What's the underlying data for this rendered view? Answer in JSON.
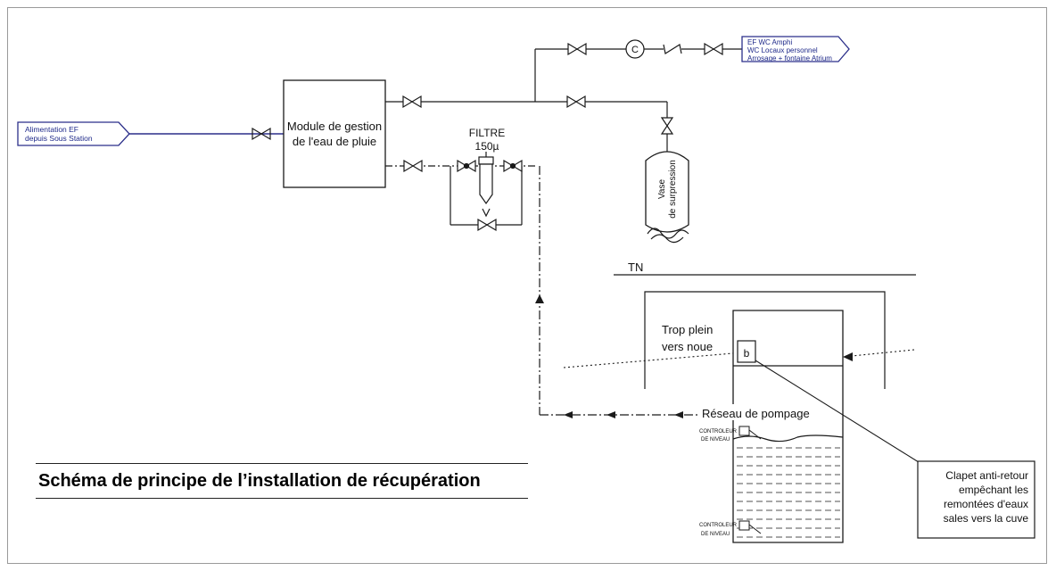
{
  "labels": {
    "supply_line1": "Alimentation EF",
    "supply_line2": "depuis Sous Station",
    "module_line1": "Module de gestion",
    "module_line2": "de l'eau de pluie",
    "filter_line1": "FILTRE",
    "filter_line2": "150µ",
    "outlet_line1": "EF WC Amphi",
    "outlet_line2": "WC Locaux personnel",
    "outlet_line3": "Arrosage + fontaine Atrium",
    "meter_symbol": "C",
    "vessel_line1": "Vase",
    "vessel_line2": "de surpression",
    "ground": "TN",
    "overflow_line1": "Trop plein",
    "overflow_line2": "vers noue",
    "pumping_network": "Réseau de pompage",
    "level_ctrl_top_line1": "CONTROLEUR",
    "level_ctrl_top_line2": "DE NIVEAU",
    "level_ctrl_bottom_line1": "CONTROLEUR",
    "level_ctrl_bottom_line2": "DE NIVEAU",
    "check_valve_symbol": "b",
    "callout_line1": "Clapet anti-retour",
    "callout_line2": "empêchant les",
    "callout_line3": "remontées d'eaux",
    "callout_line4": "sales vers la cuve"
  },
  "caption": "Schéma de principe de l’installation de récupération",
  "colors": {
    "pipe": "#2b2f8a",
    "line": "#1a1a1a",
    "frame": "#9a9a9a"
  }
}
